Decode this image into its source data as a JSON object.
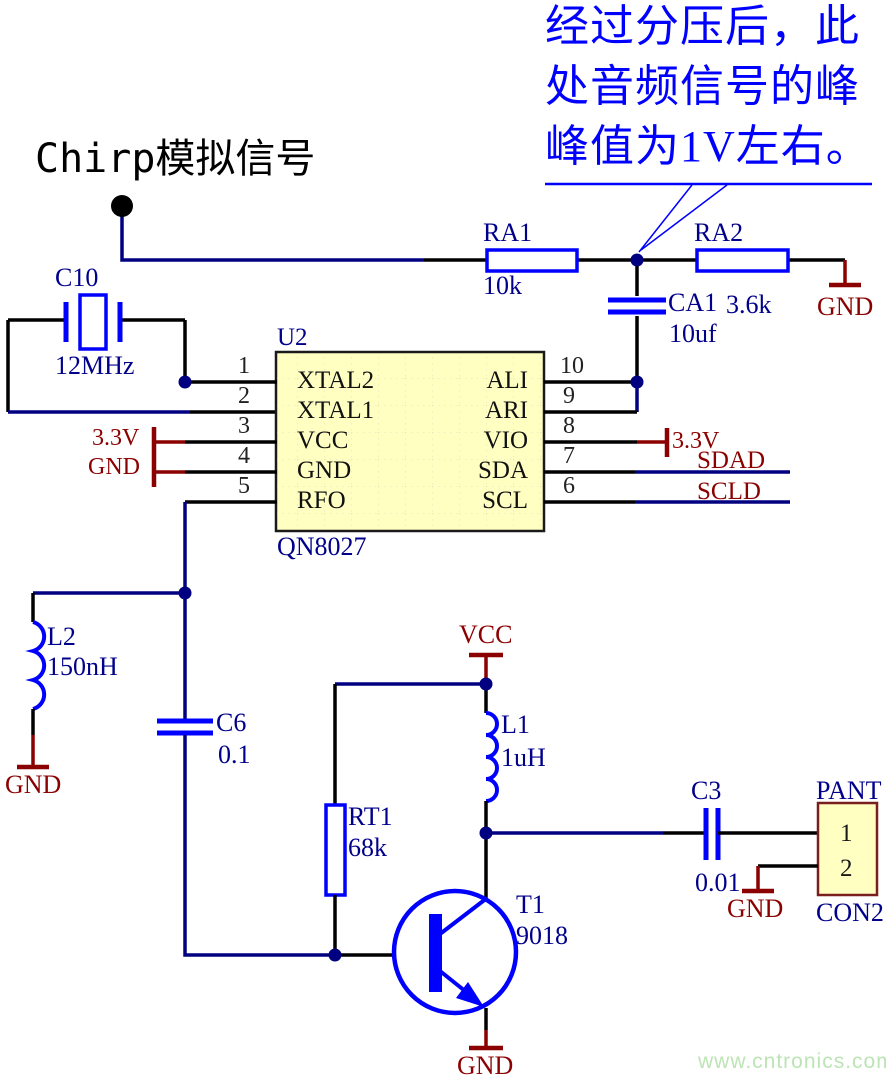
{
  "annotation": {
    "lines": [
      "经过分压后，此",
      "处音频信号的峰",
      "峰值为1V左右。"
    ]
  },
  "signal_label": "Chirp模拟信号",
  "watermark": "www.cntronics.com",
  "colors": {
    "wire_navy": "#000080",
    "component_blue": "#0000ff",
    "label_navy": "#00008b",
    "power_dark_red": "#8b0000",
    "chip_fill": "#ffffc2",
    "annotation_blue": "#0000ff",
    "watermark_green": "#bce4b5"
  },
  "components": {
    "c10": {
      "ref": "C10",
      "value": "12MHz"
    },
    "ra1": {
      "ref": "RA1",
      "value": "10k"
    },
    "ra2": {
      "ref": "RA2",
      "value": "3.6k"
    },
    "ca1": {
      "ref": "CA1",
      "value": "10uf"
    },
    "u2": {
      "ref": "U2",
      "part": "QN8027",
      "left_pins": [
        {
          "num": "1",
          "name": "XTAL2"
        },
        {
          "num": "2",
          "name": "XTAL1"
        },
        {
          "num": "3",
          "name": "VCC"
        },
        {
          "num": "4",
          "name": "GND"
        },
        {
          "num": "5",
          "name": "RFO"
        }
      ],
      "right_pins": [
        {
          "num": "10",
          "name": "ALI"
        },
        {
          "num": "9",
          "name": "ARI"
        },
        {
          "num": "8",
          "name": "VIO"
        },
        {
          "num": "7",
          "name": "SDA"
        },
        {
          "num": "6",
          "name": "SCL"
        }
      ]
    },
    "l2": {
      "ref": "L2",
      "value": "150nH"
    },
    "c6": {
      "ref": "C6",
      "value": "0.1"
    },
    "rt1": {
      "ref": "RT1",
      "value": "68k"
    },
    "l1": {
      "ref": "L1",
      "value": "1uH"
    },
    "t1": {
      "ref": "T1",
      "value": "9018"
    },
    "c3": {
      "ref": "C3",
      "value": "0.01"
    },
    "con2": {
      "ref": "CON2",
      "name": "PANT",
      "pins": [
        "1",
        "2"
      ]
    }
  },
  "power": {
    "gnd": "GND",
    "vcc": "VCC",
    "v33": "3.3V",
    "sdad": "SDAD",
    "scld": "SCLD"
  }
}
